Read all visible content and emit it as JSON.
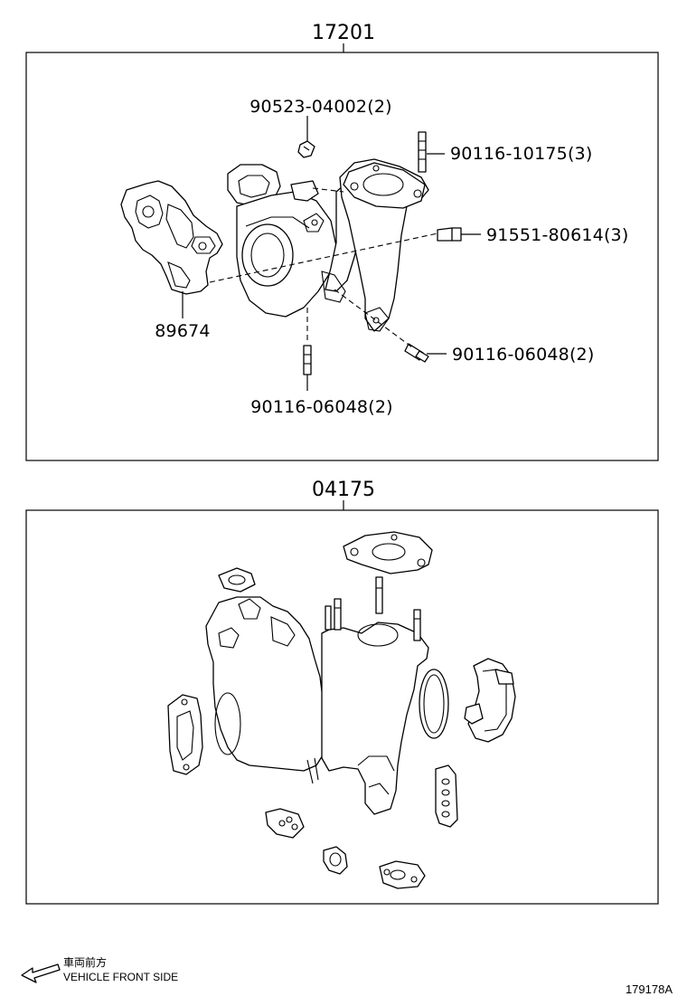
{
  "top_group": {
    "code": "17201",
    "callouts": {
      "clip": "90523-04002(2)",
      "stud_top": "90116-10175(3)",
      "bolt": "91551-80614(3)",
      "stud_right": "90116-06048(2)",
      "stud_bottom": "90116-06048(2)",
      "actuator": "89674"
    }
  },
  "bottom_group": {
    "code": "04175"
  },
  "footer": {
    "direction_jp": "車両前方",
    "direction_en": "VEHICLE FRONT SIDE",
    "illustration_no": "179178A"
  },
  "icons": [
    "front-direction-arrow-icon"
  ]
}
